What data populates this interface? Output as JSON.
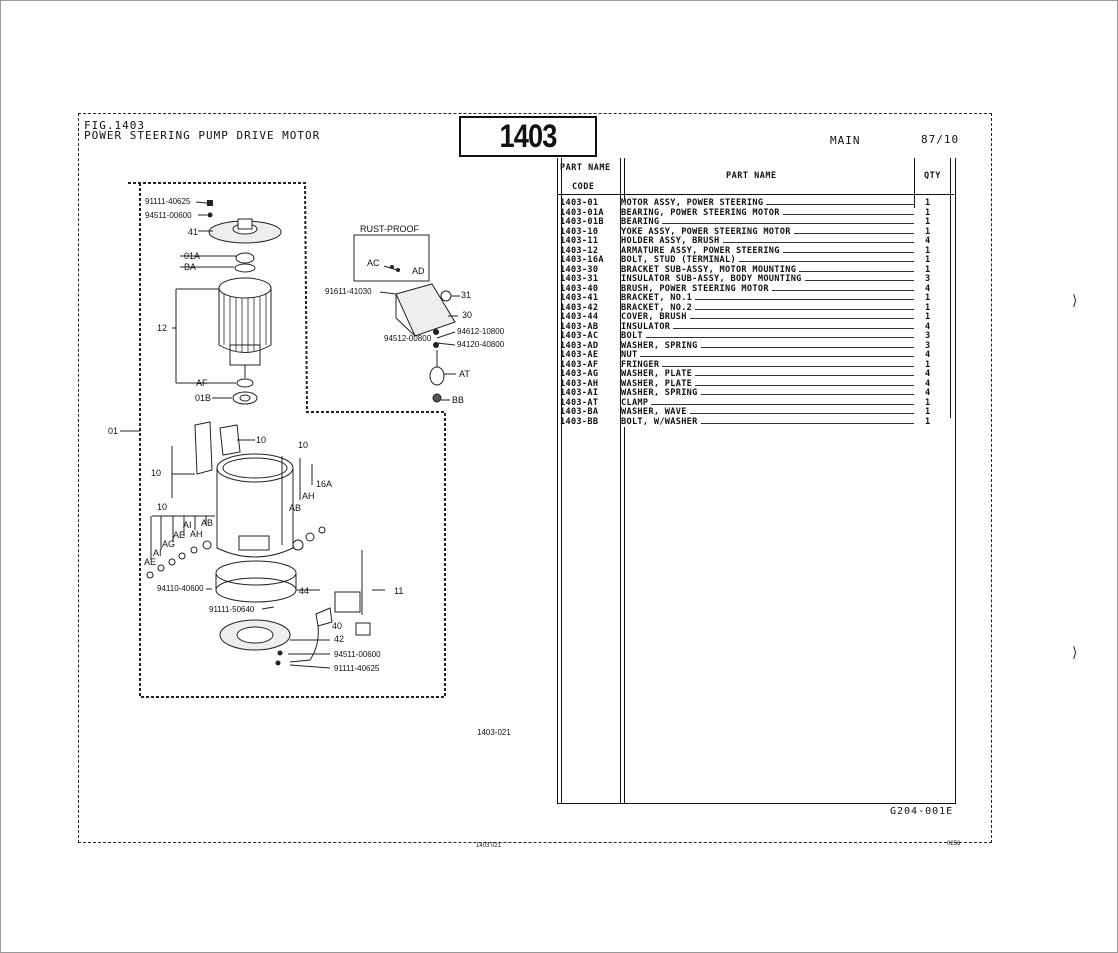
{
  "header": {
    "fig_no": "FIG.1403",
    "title": "POWER STEERING PUMP DRIVE MOTOR",
    "big_number": "1403",
    "section": "MAIN",
    "date": "87/10"
  },
  "table": {
    "col_code_1": "PART NAME",
    "col_code_2": "CODE",
    "col_name": "PART  NAME",
    "col_qty": "QTY",
    "rows": [
      {
        "code": "1403-01",
        "name": "MOTOR ASSY, POWER STEERING",
        "qty": "1"
      },
      {
        "code": "1403-01A",
        "name": "BEARING, POWER STEERING MOTOR",
        "qty": "1"
      },
      {
        "code": "1403-01B",
        "name": "BEARING",
        "qty": "1"
      },
      {
        "code": "1403-10",
        "name": "YOKE ASSY, POWER STEERING MOTOR",
        "qty": "1"
      },
      {
        "code": "1403-11",
        "name": "HOLDER ASSY, BRUSH",
        "qty": "4"
      },
      {
        "code": "1403-12",
        "name": "ARMATURE ASSY, POWER STEERING",
        "qty": "1"
      },
      {
        "code": "1403-16A",
        "name": "BOLT, STUD (TERMINAL)",
        "qty": "1"
      },
      {
        "code": "1403-30",
        "name": "BRACKET SUB-ASSY, MOTOR MOUNTING",
        "qty": "1"
      },
      {
        "code": "1403-31",
        "name": "INSULATOR SUB-ASSY, BODY MOUNTING",
        "qty": "3"
      },
      {
        "code": "1403-40",
        "name": "BRUSH, POWER STEERING MOTOR",
        "qty": "4"
      },
      {
        "code": "1403-41",
        "name": "BRACKET, NO.1",
        "qty": "1"
      },
      {
        "code": "1403-42",
        "name": "BRACKET, NO.2",
        "qty": "1"
      },
      {
        "code": "1403-44",
        "name": "COVER, BRUSH",
        "qty": "1"
      },
      {
        "code": "1403-AB",
        "name": "INSULATOR",
        "qty": "4"
      },
      {
        "code": "1403-AC",
        "name": "BOLT",
        "qty": "3"
      },
      {
        "code": "1403-AD",
        "name": "WASHER, SPRING",
        "qty": "3"
      },
      {
        "code": "1403-AE",
        "name": "NUT",
        "qty": "4"
      },
      {
        "code": "1403-AF",
        "name": "FRINGER",
        "qty": "1"
      },
      {
        "code": "1403-AG",
        "name": "WASHER, PLATE",
        "qty": "4"
      },
      {
        "code": "1403-AH",
        "name": "WASHER, PLATE",
        "qty": "4"
      },
      {
        "code": "1403-AI",
        "name": "WASHER, SPRING",
        "qty": "4"
      },
      {
        "code": "1403-AT",
        "name": "CLAMP",
        "qty": "1"
      },
      {
        "code": "1403-BA",
        "name": "WASHER, WAVE",
        "qty": "1"
      },
      {
        "code": "1403-BB",
        "name": "BOLT, W/WASHER",
        "qty": "1"
      }
    ],
    "bottom_code": "G204-001E"
  },
  "diagram": {
    "id": "1403-021",
    "rust_proof": "RUST-PROOF",
    "labels": {
      "p91111_40625_top": "91111-40625",
      "p94511_00600_top": "94511-00600",
      "n41": "41",
      "n01A": "01A",
      "nBA": "BA",
      "n12": "12",
      "nAF": "AF",
      "n01B": "01B",
      "n01": "01",
      "nAC": "AC",
      "nAD": "AD",
      "p91611": "91611-41030",
      "n31": "31",
      "n30": "30",
      "p94612": "94612-10800",
      "p94512": "94512-00800",
      "p94120": "94120-40800",
      "nAT": "AT",
      "nBB": "BB",
      "n10a": "10",
      "n10b": "10",
      "n10c": "10",
      "n10d": "10",
      "n16A": "16A",
      "nAH": "AH",
      "nAB": "AB",
      "nAB2": "AB",
      "nAI": "AI",
      "nAE": "AE",
      "nAH2": "AH",
      "nAG": "AG",
      "nAI2": "AI",
      "nAE2": "AE",
      "p94110": "94110-40600",
      "n44": "44",
      "n11": "11",
      "p91111_50640": "91111-50640",
      "n40": "40",
      "n42": "42",
      "p94511_00600_bot": "94511-00600",
      "p91111_40625_bot": "91111-40625"
    }
  },
  "footer": {
    "left": "1403  021",
    "right": "0256"
  }
}
